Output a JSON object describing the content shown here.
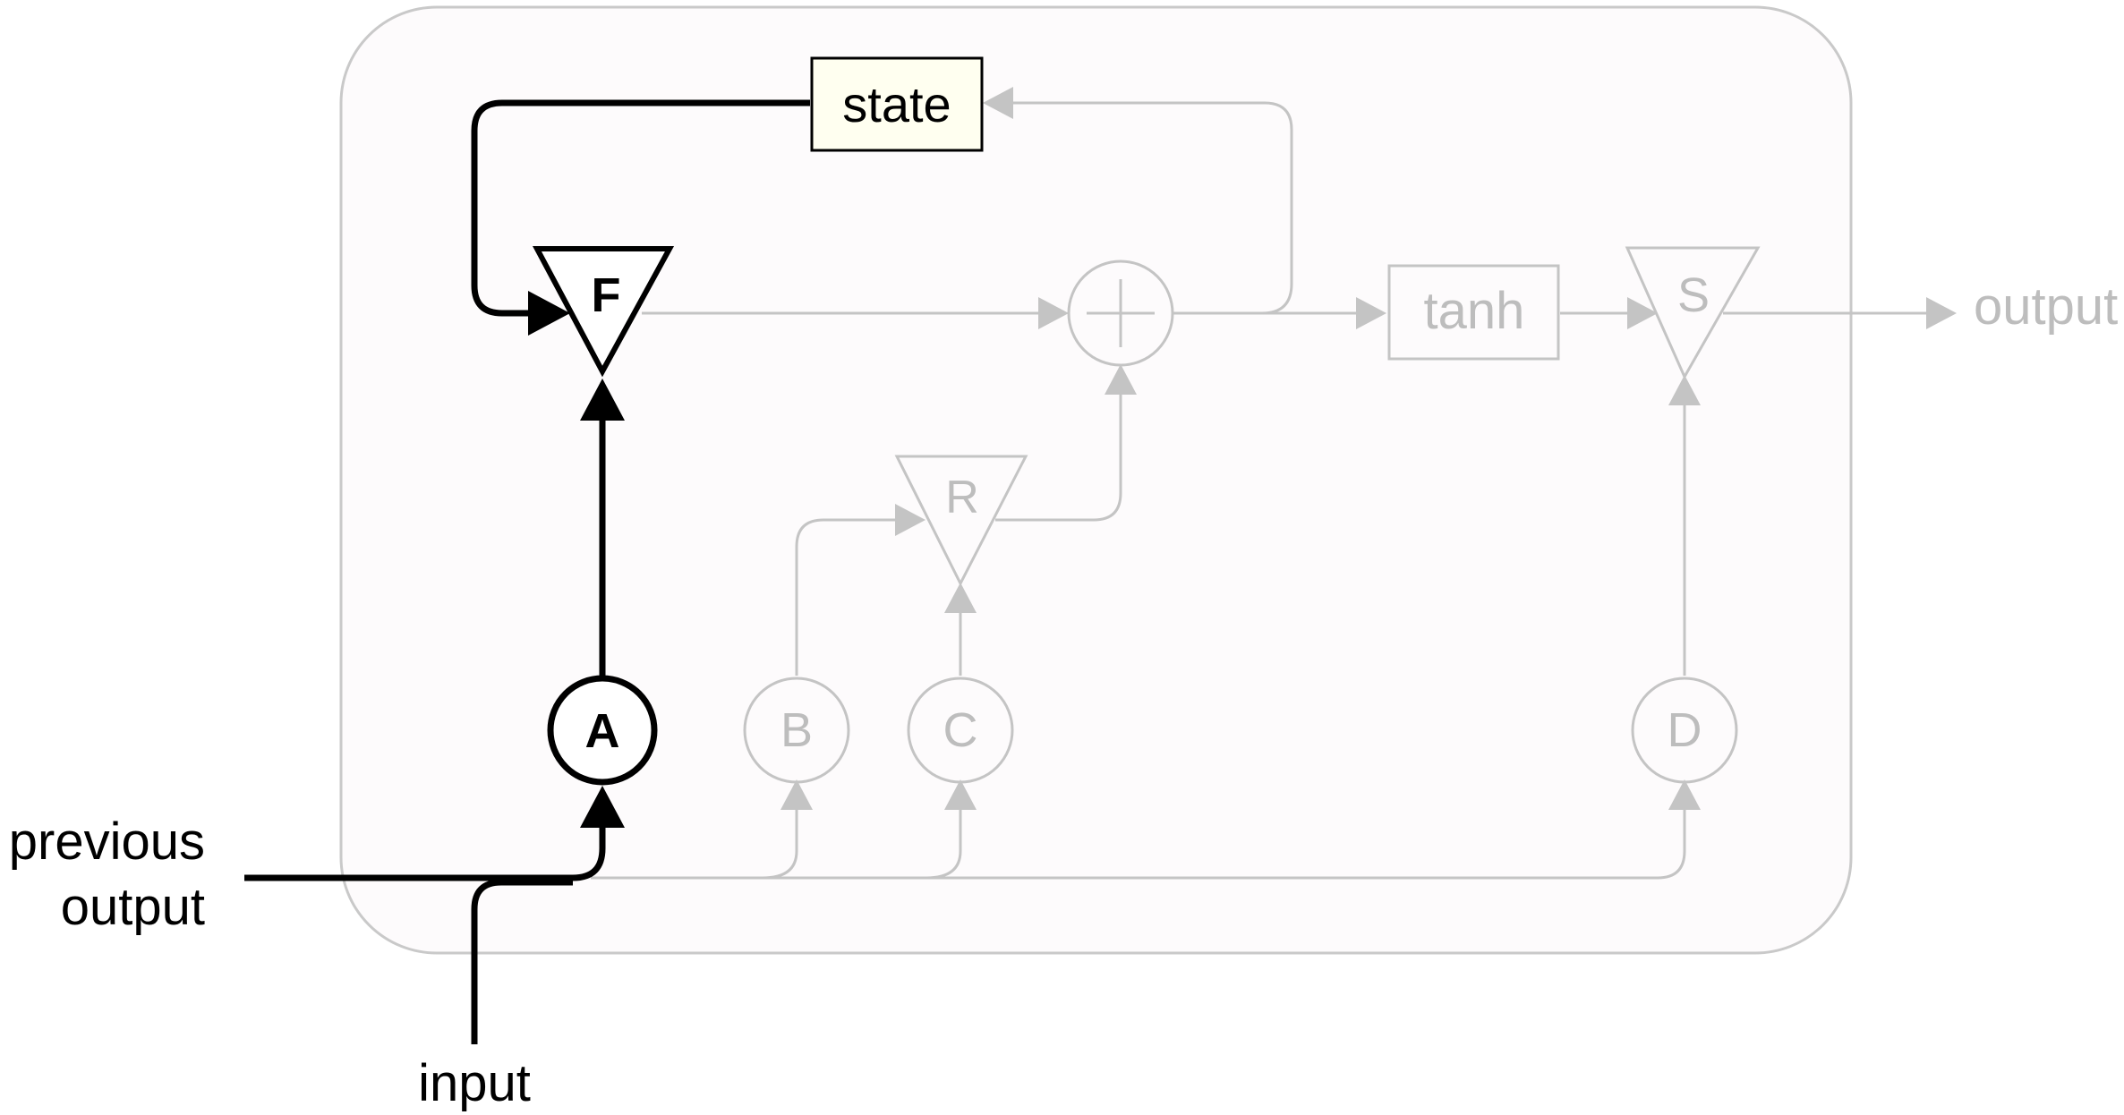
{
  "colors": {
    "active": "#000000",
    "inactive": "#bdbdbd",
    "cell_background": "#fdfbfc",
    "state_fill": "#fffff0"
  },
  "labels": {
    "state": "state",
    "gate_f": "F",
    "gate_r": "R",
    "gate_s": "S",
    "node_a": "A",
    "node_b": "B",
    "node_c": "C",
    "node_d": "D",
    "tanh": "tanh",
    "output": "output",
    "previous_output_line1": "previous",
    "previous_output_line2": "output",
    "input": "input"
  },
  "highlighted_path": [
    "input",
    "previous output",
    "A",
    "F",
    "state"
  ]
}
